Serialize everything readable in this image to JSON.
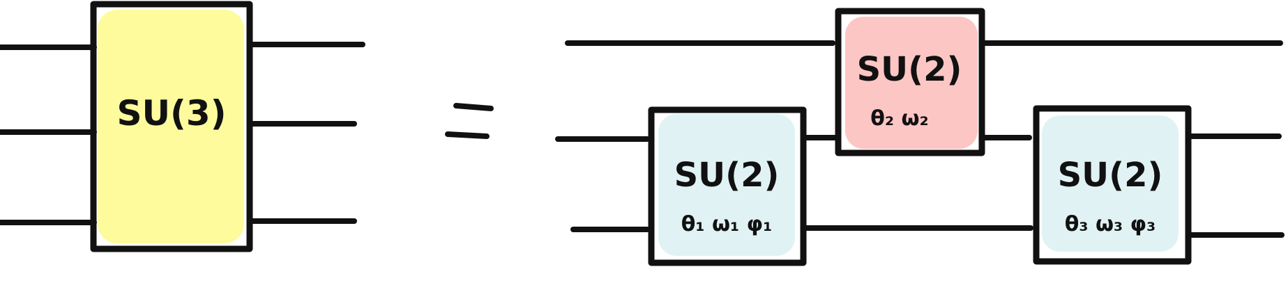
{
  "gates": {
    "su3": {
      "label": "SU(3)",
      "fill": "#fdfb9c"
    },
    "su2_bottom_left": {
      "label": "SU(2)",
      "params": "θ₁ ω₁ φ₁",
      "fill": "#e1f2f4"
    },
    "su2_top": {
      "label": "SU(2)",
      "params": "θ₂ ω₂",
      "fill": "#fcc6c4"
    },
    "su2_right": {
      "label": "SU(2)",
      "params": "θ₃ ω₃ φ₃",
      "fill": "#e1f2f4"
    }
  },
  "colors": {
    "ink": "#111111",
    "background": "#ffffff"
  }
}
